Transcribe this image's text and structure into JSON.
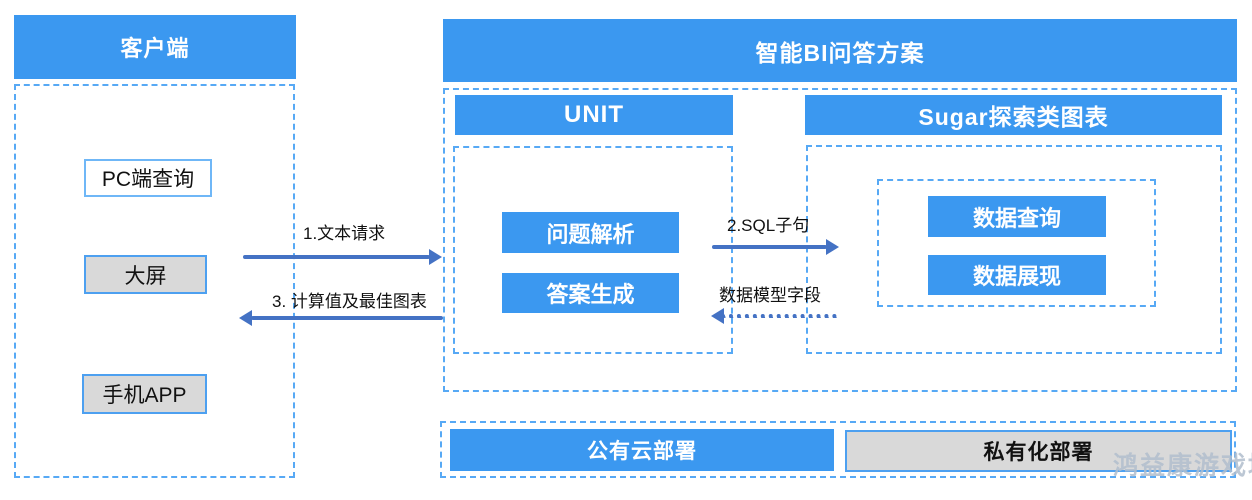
{
  "colors": {
    "primary_blue": "#3B98F0",
    "arrow_blue": "#4472C4",
    "dashed_border": "#57A9F5",
    "gray_fill": "#D9D9D9"
  },
  "client": {
    "title": "客户端",
    "items": [
      {
        "label": "PC端查询",
        "variant": "white"
      },
      {
        "label": "大屏",
        "variant": "gray"
      },
      {
        "label": "手机APP",
        "variant": "gray"
      }
    ]
  },
  "bi": {
    "title": "智能BI问答方案",
    "unit": {
      "title": "UNIT",
      "items": [
        {
          "label": "问题解析"
        },
        {
          "label": "答案生成"
        }
      ]
    },
    "sugar": {
      "title": "Sugar探索类图表",
      "items": [
        {
          "label": "数据查询"
        },
        {
          "label": "数据展现"
        }
      ]
    }
  },
  "flows": [
    {
      "label": "1.文本请求",
      "direction": "right",
      "style": "solid"
    },
    {
      "label": "3. 计算值及最佳图表",
      "direction": "left",
      "style": "solid"
    },
    {
      "label": "2.SQL子句",
      "direction": "right",
      "style": "solid"
    },
    {
      "label": "数据模型字段",
      "direction": "left",
      "style": "dotted"
    }
  ],
  "deployment": {
    "items": [
      {
        "label": "公有云部署",
        "variant": "blue"
      },
      {
        "label": "私有化部署",
        "variant": "gray"
      }
    ]
  },
  "watermark": "鸿益康游戏坛"
}
